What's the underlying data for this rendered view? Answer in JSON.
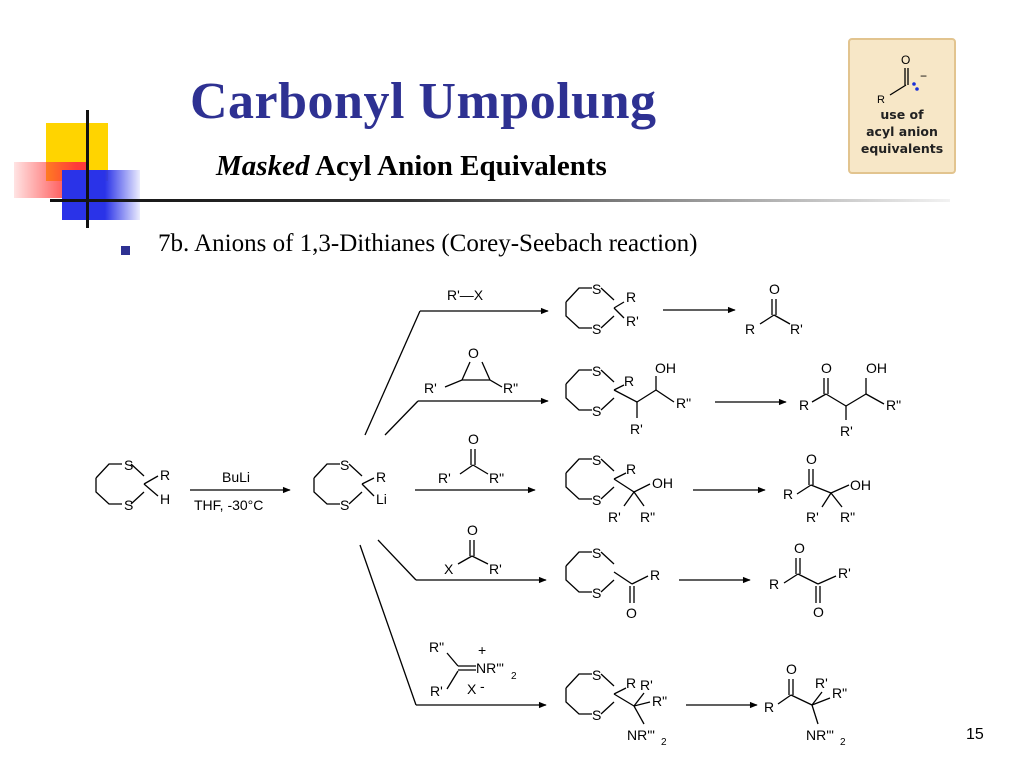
{
  "slide": {
    "title": "Carbonyl Umpolung",
    "subtitle_em": "Masked",
    "subtitle_rest": " Acyl Anion Equivalents",
    "bullet": "7b. Anions of 1,3-Dithianes (Corey-Seebach reaction)",
    "page_number": "15"
  },
  "badge": {
    "lines": [
      "use of",
      "acyl anion",
      "equivalents"
    ],
    "atoms": {
      "oxygen": "O",
      "r": "R",
      "charge": "−"
    },
    "background": "#f7e7c7",
    "border": "#e2c48f"
  },
  "colors": {
    "title": "#2e3192",
    "bullet": "#2e3192"
  },
  "scheme": {
    "atoms": {
      "S": "S",
      "R": "R",
      "H": "H",
      "Li": "Li",
      "O": "O",
      "OH": "OH",
      "X": "X"
    },
    "conditions": {
      "base": "BuLi",
      "solvent": "THF, -30°C"
    },
    "reagents": {
      "alkyl_halide": "R'—X",
      "epoxide_r1": "R'",
      "epoxide_r2": "R\"",
      "carbonyl_r1": "R'",
      "carbonyl_r2": "R\"",
      "acyl_r": "R'",
      "iminium_r1": "R\"",
      "iminium_r2": "R'",
      "iminium_n": "NR'\"",
      "iminium_sub": "2",
      "plus": "+",
      "counterion": "X",
      "minus": "-"
    },
    "rgroups": {
      "r1": "R'",
      "r2": "R\""
    },
    "amine": {
      "n": "NR'\"",
      "sub": "2"
    }
  }
}
